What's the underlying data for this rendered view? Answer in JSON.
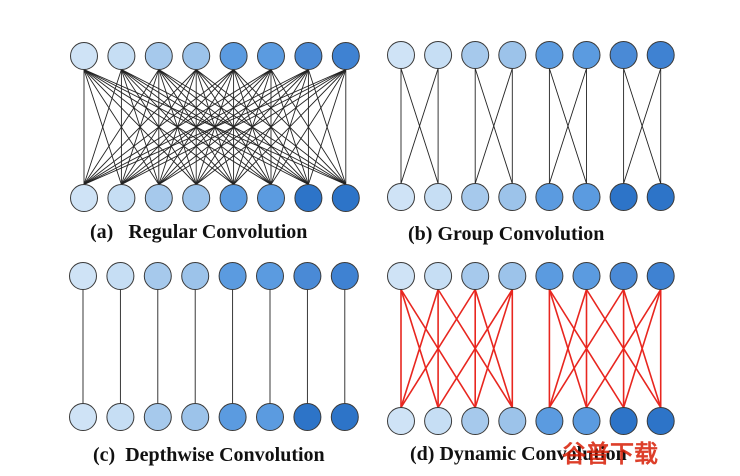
{
  "panels": [
    {
      "id": "a",
      "caption": "(a)   Regular Convolution",
      "connection": "full",
      "edge_color": "#222222"
    },
    {
      "id": "b",
      "caption": "(b) Group Convolution",
      "connection": "group",
      "groups": 4,
      "edge_color": "#222222"
    },
    {
      "id": "c",
      "caption": "(c)  Depthwise Convolution",
      "connection": "depthwise",
      "edge_color": "#222222"
    },
    {
      "id": "d",
      "caption": "(d) Dynamic Convolution",
      "connection": "dynamic",
      "edge_color": "#e8261f"
    }
  ],
  "node_colors_top": [
    "#cfe3f6",
    "#c6def4",
    "#a6c9ec",
    "#9cc3ea",
    "#5b9be0",
    "#5b9be0",
    "#4a8ad6",
    "#3f82d2"
  ],
  "node_colors_bottom": [
    "#cfe3f6",
    "#c6def4",
    "#a6c9ec",
    "#9cc3ea",
    "#5b9be0",
    "#5b9be0",
    "#2d74c8",
    "#2d74c8"
  ],
  "node_stroke": "#3a3a3a",
  "dynamic_edges": [
    [
      0,
      1
    ],
    [
      1,
      0
    ],
    [
      0,
      2
    ],
    [
      2,
      0
    ],
    [
      1,
      3
    ],
    [
      3,
      1
    ],
    [
      2,
      3
    ],
    [
      3,
      2
    ],
    [
      4,
      5
    ],
    [
      5,
      4
    ],
    [
      4,
      6
    ],
    [
      6,
      4
    ],
    [
      5,
      7
    ],
    [
      7,
      5
    ],
    [
      6,
      7
    ],
    [
      7,
      6
    ]
  ],
  "watermark": {
    "text": "谷普下载"
  }
}
